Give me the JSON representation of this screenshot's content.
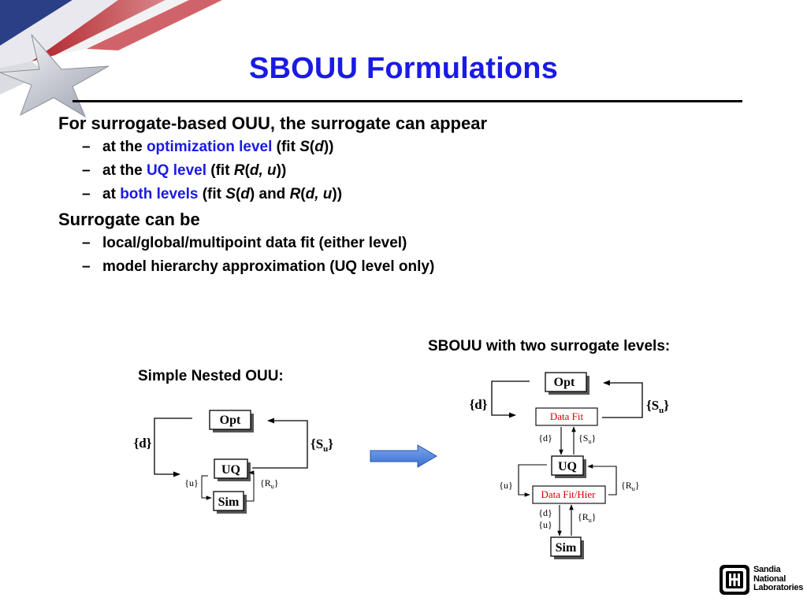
{
  "slide": {
    "title": "SBOUU Formulations"
  },
  "bullets": {
    "b1_text": "For surrogate-based OUU, the surrogate can appear",
    "b1_subs": [
      {
        "pre": "at the ",
        "hl": "optimization level",
        "post_open": " (fit ",
        "fn": "S",
        "args": "d",
        "post_close": "))"
      },
      {
        "pre": "at the ",
        "hl": "UQ level",
        "post_open": " (fit ",
        "fn": "R",
        "args": "d, u",
        "post_close": "))"
      }
    ],
    "b1_sub3": {
      "pre": "at ",
      "hl": "both levels",
      "t1": " (fit ",
      "fn1": "S",
      "arg1": "d",
      "t2": ") and ",
      "fn2": "R",
      "arg2": "d, u",
      "t3": "))"
    },
    "b2_text": "Surrogate can be",
    "b2_subs": [
      "local/global/multipoint data fit (either level)",
      "model hierarchy approximation (UQ level only)"
    ]
  },
  "left_diagram": {
    "heading": "Simple Nested OUU:",
    "opt": "Opt",
    "uq": "UQ",
    "sim": "Sim",
    "d": "{d}",
    "su_main": "{S",
    "su_sub": "u",
    "su_close": "}",
    "u": "{u}",
    "ru_main": "{R",
    "ru_sub": "u",
    "ru_close": "}"
  },
  "right_diagram": {
    "heading": "SBOUU with two surrogate levels:",
    "opt": "Opt",
    "datafit": "Data Fit",
    "uq": "UQ",
    "datafithier": "Data Fit/Hier",
    "sim": "Sim",
    "d_big": "{d}",
    "su_big_main": "{S",
    "su_big_sub": "u",
    "su_big_close": "}",
    "d_small": "{d}",
    "su_small_main": "{S",
    "su_small_sub": "u",
    "su_small_close": "}",
    "u_left": "{u}",
    "ru_right_main": "{R",
    "ru_right_sub": "u",
    "ru_right_close": "}",
    "d_low": "{d}",
    "u_low": "{u}",
    "ru_low_main": "{R",
    "ru_low_sub": "u",
    "ru_low_close": "}"
  },
  "logo": {
    "line1": "Sandia",
    "line2": "National",
    "line3": "Laboratories"
  },
  "colors": {
    "title": "#1a1ae6",
    "highlight": "#1a1ae6",
    "datafit_text": "#d40000",
    "arrow_fill": "#4f86e0"
  }
}
